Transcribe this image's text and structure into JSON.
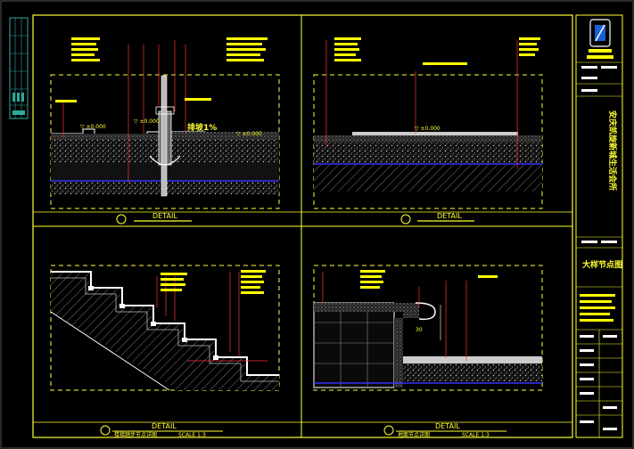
{
  "drawing": {
    "slope_note": "排坡1%",
    "details": [
      {
        "id": "d1",
        "title": "DETAIL"
      },
      {
        "id": "d2",
        "title": "DETAIL"
      },
      {
        "id": "d3",
        "title": "DETAIL",
        "caption": "楼梯踏步节点详图",
        "scale": "SCALE 1:3"
      },
      {
        "id": "d4",
        "title": "DETAIL",
        "caption": "地面节点详图",
        "scale": "SCALE 1:3"
      }
    ],
    "title_block": {
      "project_name": "安庆凯旋新城生活会所",
      "sheet_title": "大样节点图"
    }
  },
  "colors": {
    "frame": "#ffff33",
    "line": "#ffffff",
    "hatch": "#9a9a9a",
    "waterproof": "#3333ff",
    "leader": "#ff3333",
    "bar": "#ffff00"
  }
}
